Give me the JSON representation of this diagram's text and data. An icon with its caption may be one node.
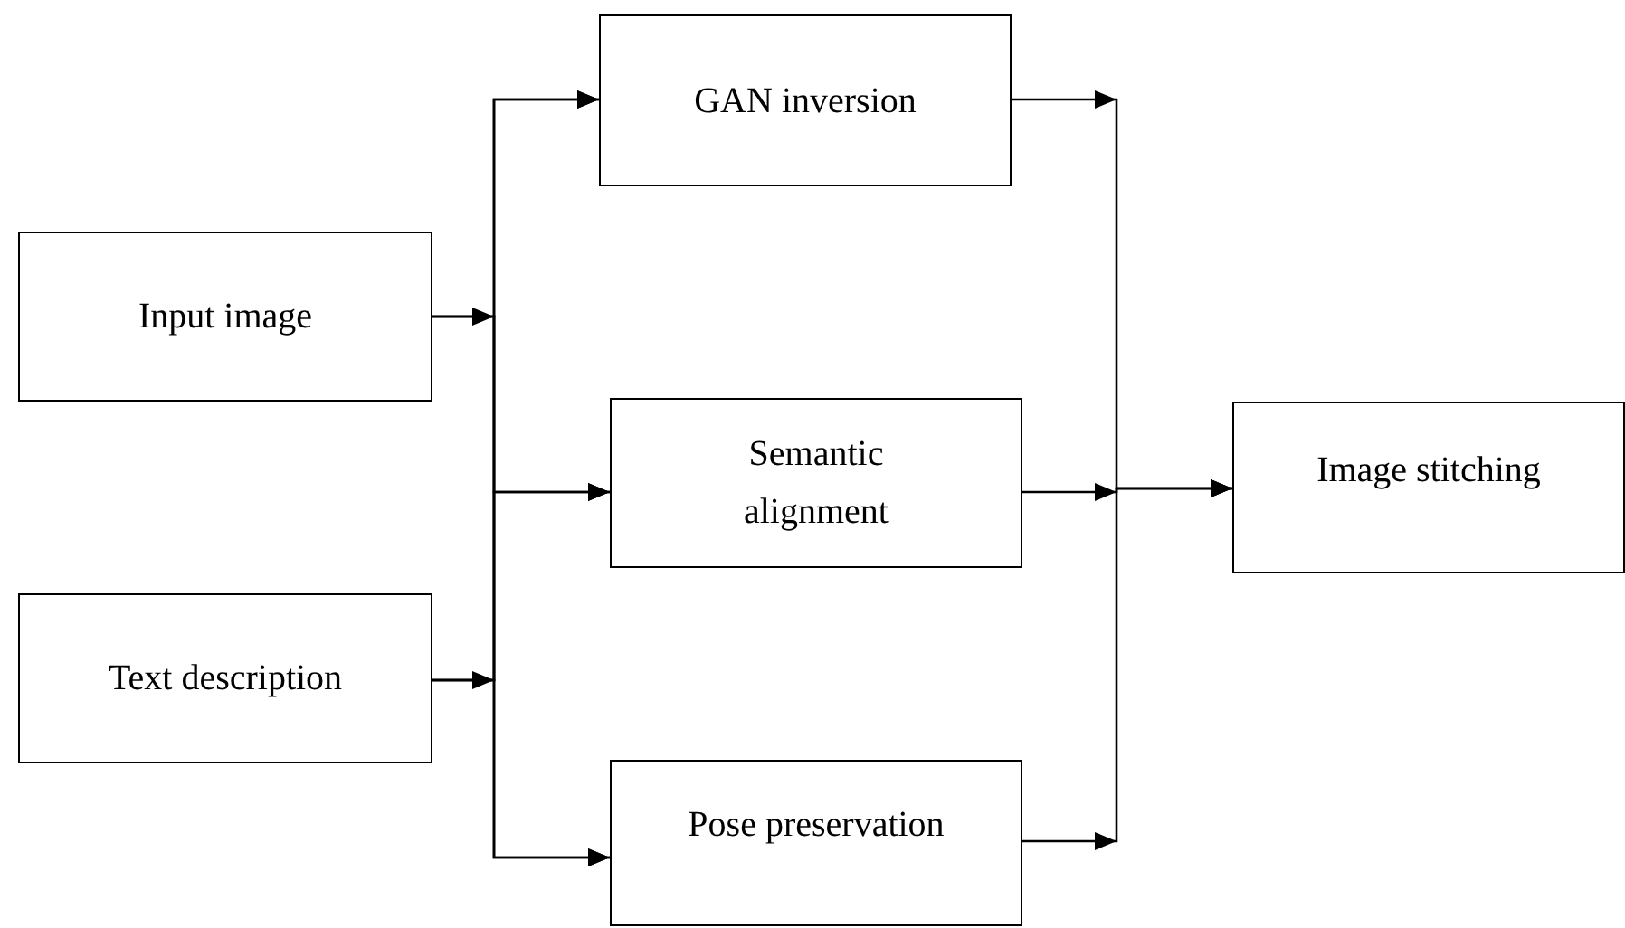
{
  "diagram": {
    "nodes": [
      {
        "text": [
          "Input image"
        ]
      },
      {
        "text": [
          "Text description"
        ]
      },
      {
        "text": [
          "GAN inversion"
        ]
      },
      {
        "text": [
          "Semantic alignment"
        ]
      },
      {
        "text": [
          "Pose preservation"
        ]
      },
      {
        "text": [
          "Image stitching"
        ]
      }
    ],
    "edges": [
      {
        "from": 0,
        "to": 2,
        "arrow": "to"
      },
      {
        "from": 0,
        "to": 3,
        "arrow": "to"
      },
      {
        "from": 0,
        "to": 4,
        "arrow": "to"
      },
      {
        "from": 1,
        "to": 2,
        "arrow": "to"
      },
      {
        "from": 1,
        "to": 3,
        "arrow": "to"
      },
      {
        "from": 1,
        "to": 4,
        "arrow": "to"
      },
      {
        "from": 2,
        "to": 5,
        "arrow": "to"
      },
      {
        "from": 3,
        "to": 5,
        "arrow": "to"
      },
      {
        "from": 4,
        "to": 5,
        "arrow": "to"
      }
    ]
  }
}
